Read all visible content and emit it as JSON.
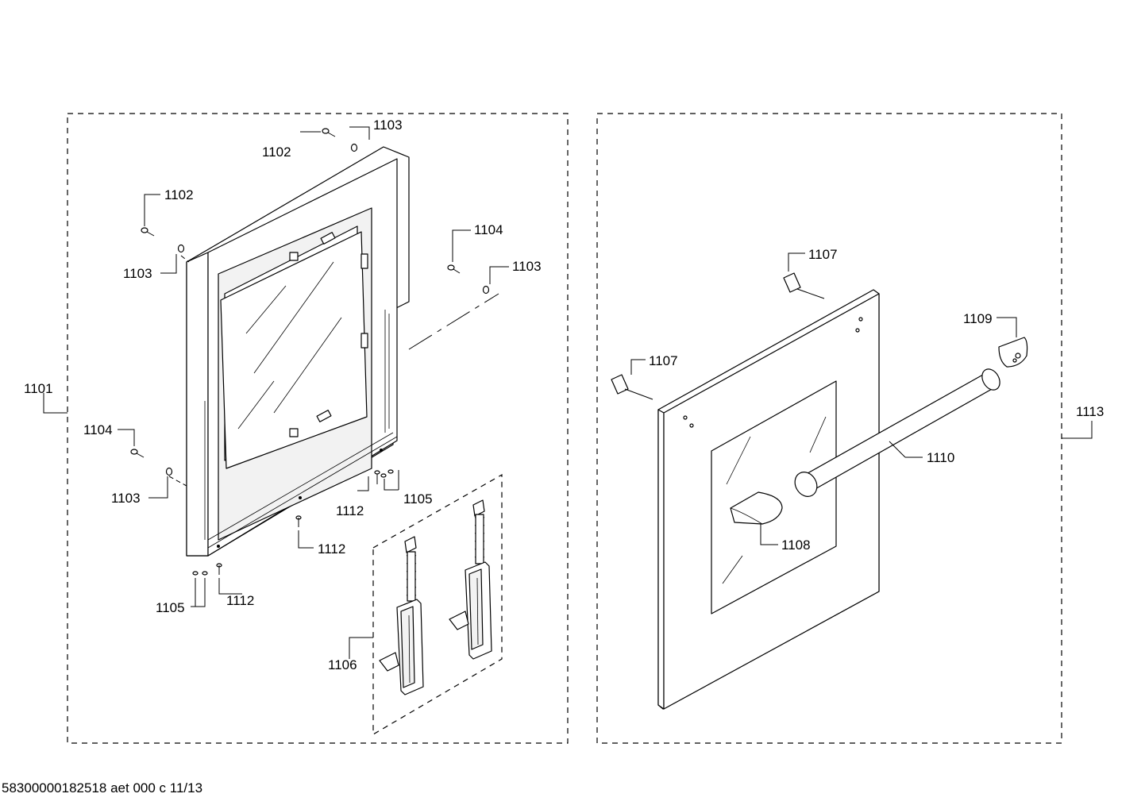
{
  "callouts": {
    "c1101": "1101",
    "c1102a": "1102",
    "c1102b": "1102",
    "c1103a": "1103",
    "c1103b": "1103",
    "c1103c": "1103",
    "c1103d": "1103",
    "c1104a": "1104",
    "c1104b": "1104",
    "c1105a": "1105",
    "c1105b": "1105",
    "c1106": "1106",
    "c1107a": "1107",
    "c1107b": "1107",
    "c1108": "1108",
    "c1109": "1109",
    "c1110": "1110",
    "c1112a": "1112",
    "c1112b": "1112",
    "c1112c": "1112",
    "c1113": "1113"
  },
  "footer": {
    "text": "58300000182518 aet 000 c 11/13"
  }
}
